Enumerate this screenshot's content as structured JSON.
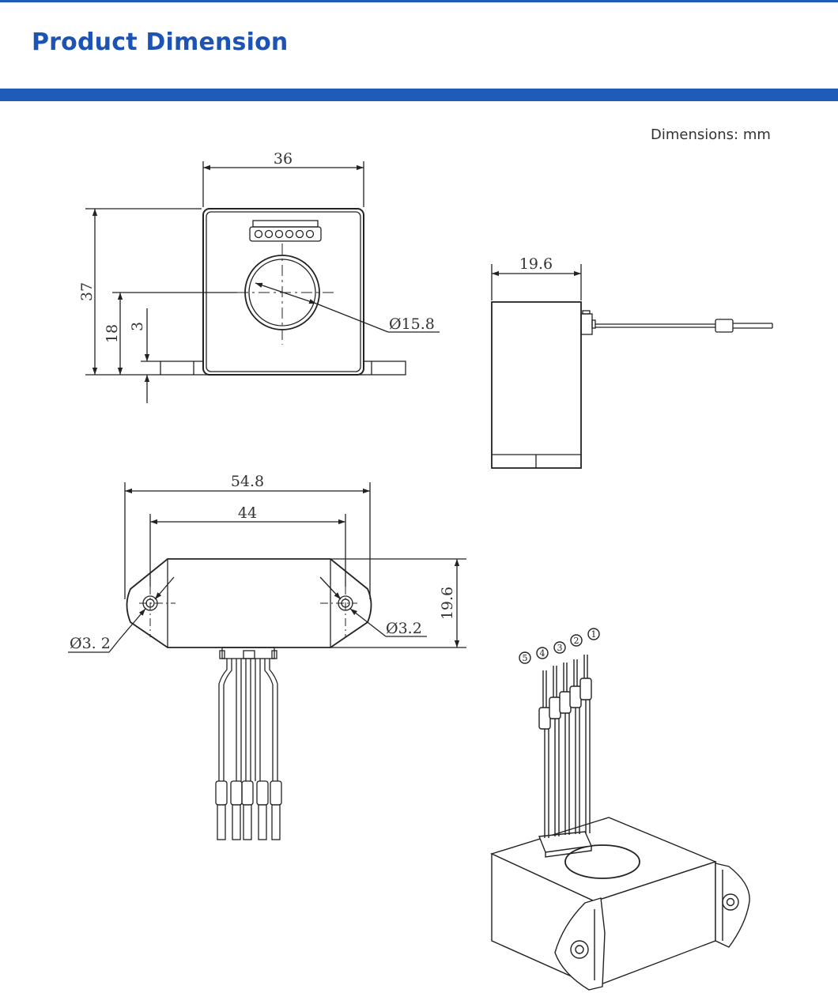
{
  "header": {
    "title": "Product Dimension",
    "brand_color": "#1f5bb8",
    "units_note": "Dimensions: mm"
  },
  "front_view": {
    "width_label": "36",
    "height_label": "37",
    "aperture_center_label": "18",
    "base_offset_label": "3",
    "aperture_diameter_label": "Ø15.8"
  },
  "side_view": {
    "depth_label": "19.6"
  },
  "bottom_view": {
    "overall_length_label": "54.8",
    "hole_spacing_label": "44",
    "height_label": "19.6",
    "left_hole_label": "Ø3. 2",
    "right_hole_label": "Ø3.2"
  },
  "iso_view": {
    "pin_labels": [
      "⑤",
      "④",
      "③",
      "②",
      "①"
    ]
  }
}
